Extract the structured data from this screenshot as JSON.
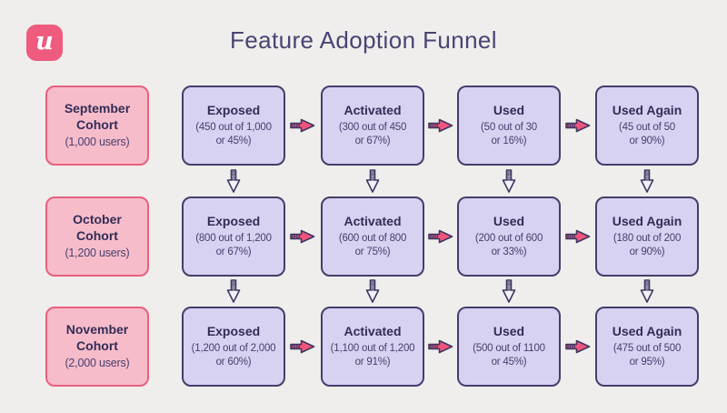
{
  "logo": {
    "letter": "u"
  },
  "header": {
    "title": "Feature Adoption Funnel"
  },
  "colors": {
    "background": "#efeeec",
    "brand_pink": "#ee5b7e",
    "cohort_fill": "#f7bcca",
    "cohort_border": "#e8607f",
    "stage_fill": "#d7d2f1",
    "stage_border": "#453d6b",
    "arrow_pink": "#f0547c",
    "ink": "#3d3761"
  },
  "funnel": {
    "rows": [
      {
        "cohort": {
          "name": "September\nCohort",
          "users": "(1,000 users)"
        },
        "stages": [
          {
            "label": "Exposed",
            "detail": "(450 out of 1,000\nor 45%)"
          },
          {
            "label": "Activated",
            "detail": "(300 out of 450\nor 67%)"
          },
          {
            "label": "Used",
            "detail": "(50 out of 30\nor 16%)"
          },
          {
            "label": "Used Again",
            "detail": "(45 out of 50\nor 90%)"
          }
        ]
      },
      {
        "cohort": {
          "name": "October\nCohort",
          "users": "(1,200 users)"
        },
        "stages": [
          {
            "label": "Exposed",
            "detail": "(800 out of 1,200\nor 67%)"
          },
          {
            "label": "Activated",
            "detail": "(600 out of 800\nor 75%)"
          },
          {
            "label": "Used",
            "detail": "(200 out of 600\nor 33%)"
          },
          {
            "label": "Used Again",
            "detail": "(180 out of 200\nor 90%)"
          }
        ]
      },
      {
        "cohort": {
          "name": "November\nCohort",
          "users": "(2,000 users)"
        },
        "stages": [
          {
            "label": "Exposed",
            "detail": "(1,200 out of 2,000\nor 60%)"
          },
          {
            "label": "Activated",
            "detail": "(1,100 out of 1,200\nor 91%)"
          },
          {
            "label": "Used",
            "detail": "(500 out of 1100\nor 45%)"
          },
          {
            "label": "Used Again",
            "detail": "(475 out of 500\nor 95%)"
          }
        ]
      }
    ]
  }
}
